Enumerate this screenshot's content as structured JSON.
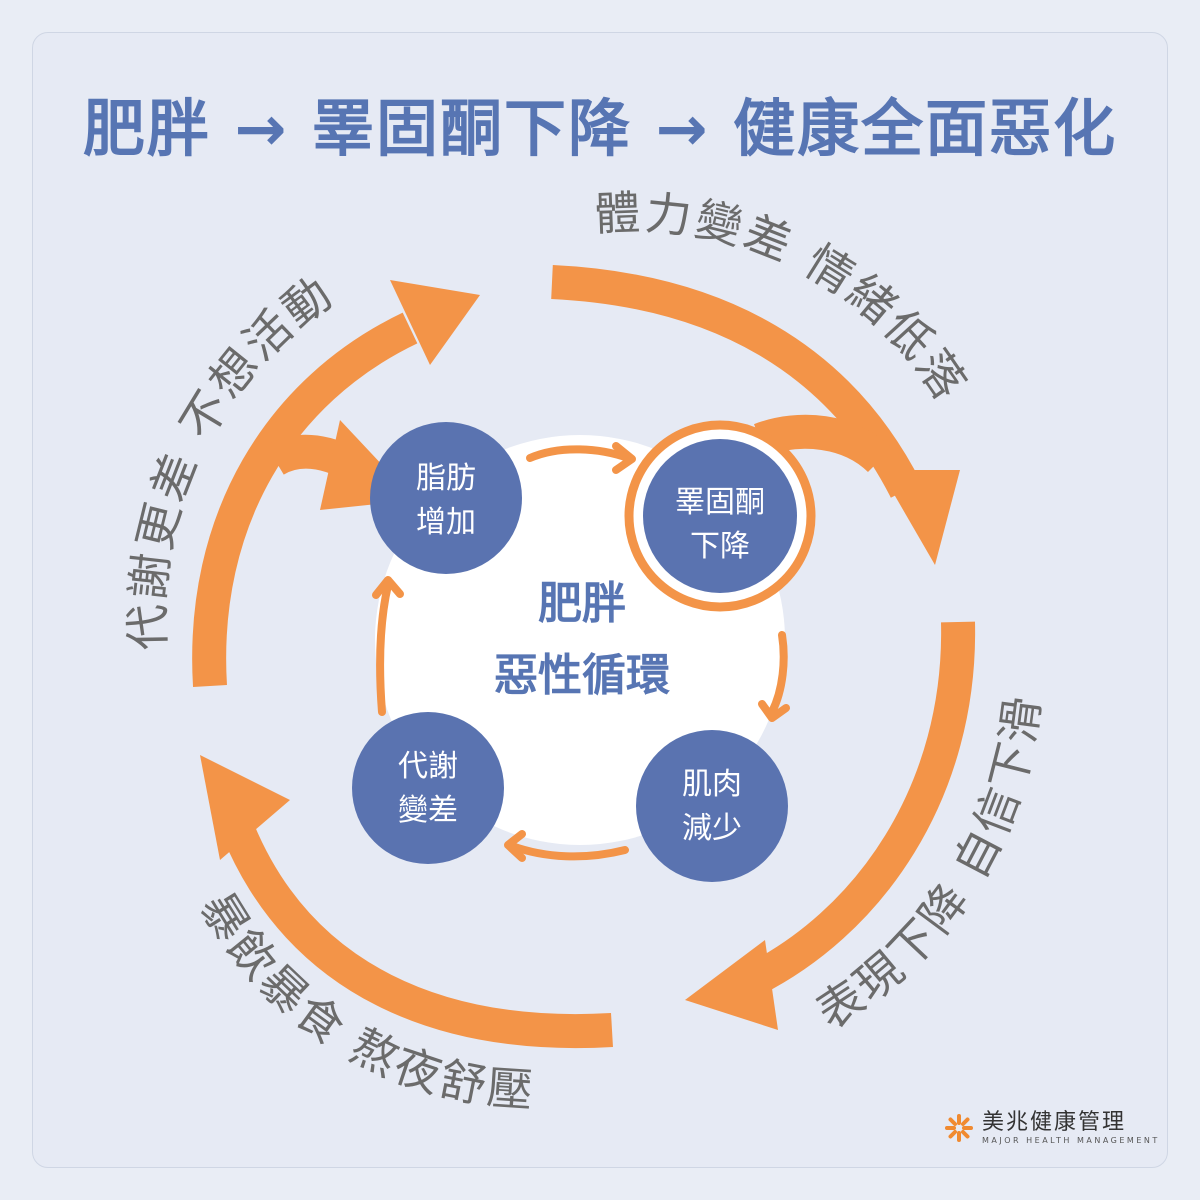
{
  "title": "肥胖 → 睪固酮下降 → 健康全面惡化",
  "center": {
    "line1": "肥胖",
    "line2": "惡性循環"
  },
  "nodes": {
    "fat": {
      "line1": "脂肪",
      "line2": "增加"
    },
    "testo": {
      "line1": "睪固酮",
      "line2": "下降"
    },
    "muscle": {
      "line1": "肌肉",
      "line2": "減少"
    },
    "metab": {
      "line1": "代謝",
      "line2": "變差"
    }
  },
  "ring_labels": {
    "top_right": "體力變差 情緒低落",
    "right": "表現下降 自信下滑",
    "bottom_left": "暴飲暴食 熬夜舒壓",
    "left": "代謝更差 不想活動"
  },
  "logo": {
    "name": "美兆健康管理",
    "tagline": "MAJOR HEALTH MANAGEMENT",
    "icon": "burst-logo-icon"
  },
  "colors": {
    "accent_orange": "#f39448",
    "node_blue": "#5a73b0",
    "title_blue": "#5775b3",
    "label_gray": "#6b6b6b",
    "background": "#e6eaf4"
  }
}
